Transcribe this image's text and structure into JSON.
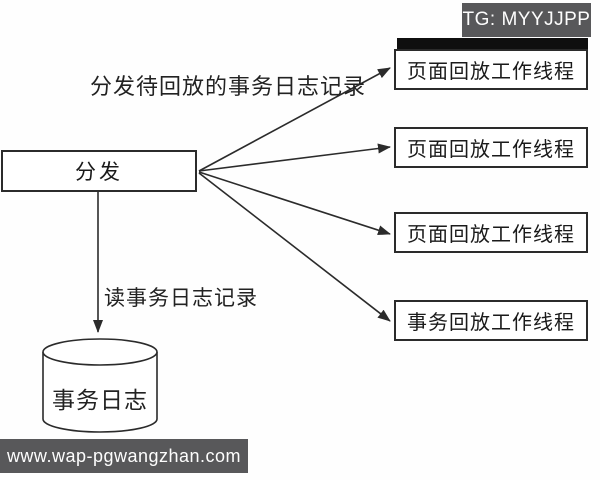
{
  "watermarks": {
    "tg": "TG: MYYJJPP",
    "site": "www.wap-pgwangzhan.com"
  },
  "diagram": {
    "type": "flow-diagram",
    "dispatch_label": "分发",
    "edge_label_dispatch": "分发待回放的事务日志记录",
    "edge_label_read": "读事务日志记录",
    "workers": [
      {
        "label": "页面回放工作线程"
      },
      {
        "label": "页面回放工作线程"
      },
      {
        "label": "页面回放工作线程"
      },
      {
        "label": "事务回放工作线程"
      }
    ],
    "datastore_label": "事务日志"
  },
  "colors": {
    "line": "#2b2b2b",
    "box_border": "#2b2b2b",
    "watermark_bar": "#58585a",
    "redaction_bar": "#0f0f0f",
    "background": "#fefefe",
    "text": "#1a1a1a"
  }
}
